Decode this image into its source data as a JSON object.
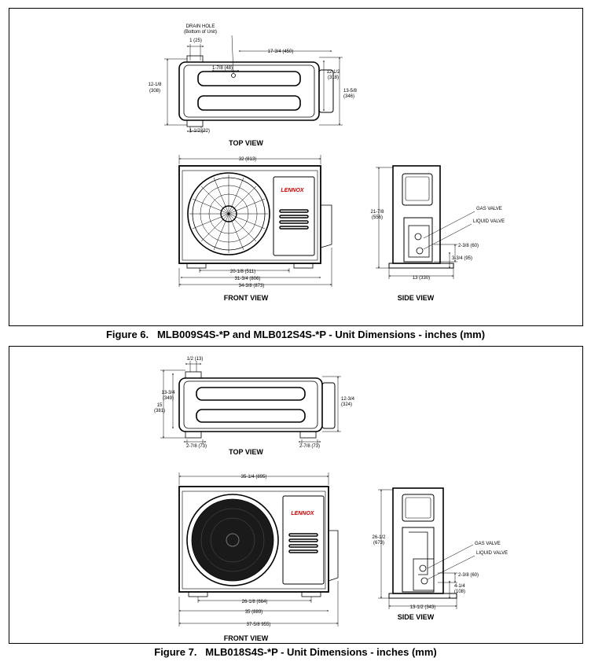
{
  "figure6": {
    "caption": "Figure 6.   MLB009S4S-*P and MLB012S4S-*P - Unit Dimensions - inches (mm)",
    "views": {
      "top": "TOP VIEW",
      "front": "FRONT VIEW",
      "side": "SIDE VIEW"
    },
    "labels": {
      "drain_hole": "DRAIN HOLE",
      "drain_hole_sub": "(Bottom of Unit)",
      "gas_valve": "GAS VALVE",
      "liquid_valve": "LIQUID VALVE",
      "logo": "LENNOX"
    },
    "dims": {
      "d1": "1 (25)",
      "d2": "17-3/4 (450)",
      "d3": "1-7/8 (48)",
      "d4a": "12-1/8",
      "d4b": "(308)",
      "d5a": "12-1/2",
      "d5b": "(318)",
      "d6a": "13-5/8",
      "d6b": "(346)",
      "d7": "1-1/2 (32)",
      "d8": "32 (813)",
      "d9": "20-1/8 (511)",
      "d10": "31-3/4 (806)",
      "d11": "34-3/8 (873)",
      "d12a": "21-7/8",
      "d12b": "(556)",
      "d13": "2-3/8 (60)",
      "d14": "3-3/4 (95)",
      "d15": "13 (330)"
    }
  },
  "figure7": {
    "caption": "Figure 7.   MLB018S4S-*P - Unit Dimensions - inches (mm)",
    "views": {
      "top": "TOP VIEW",
      "front": "FRONT VIEW",
      "side": "SIDE VIEW"
    },
    "labels": {
      "gas_valve": "GAS VALVE",
      "liquid_valve": "LIQUID VALVE",
      "logo": "LENNOX"
    },
    "dims": {
      "d1": "1/2 (13)",
      "d2a": "13-3/4",
      "d2b": "(349)",
      "d3a": "15",
      "d3b": "(381)",
      "d4a": "12-3/4",
      "d4b": "(324)",
      "d5": "2-7/8 (73)",
      "d6": "2-7/8 (73)",
      "d7": "35-1/4 (895)",
      "d8": "26-1/8 (664)",
      "d9": "35 (889)",
      "d10": "37-5/8 955)",
      "d11a": "26-1/2",
      "d11b": "(673)",
      "d12": "2-3/8 (60)",
      "d13a": "4-1/4",
      "d13b": "(108)",
      "d14": "13-1/2 (343)"
    }
  }
}
